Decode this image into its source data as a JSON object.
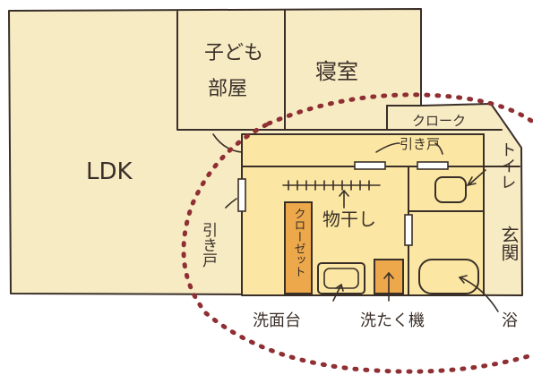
{
  "rooms": {
    "ldk": "LDK",
    "kids_room_line1": "子ども",
    "kids_room_line2": "部屋",
    "bedroom": "寝室",
    "closet_top": "クローク",
    "toilet": "トイレ",
    "entrance": "玄関",
    "closet_vertical": "クローゼット",
    "drying_area": "物干し"
  },
  "callouts": {
    "sliding_door_top": "引き戸",
    "sliding_door_left": "引き戸",
    "washbasin": "洗面台",
    "washing_machine": "洗たく機",
    "bath": "浴"
  },
  "colors": {
    "outer_fill": "#f7ebc4",
    "inner_fill": "#fbe7a3",
    "closet_fill": "#eca84a",
    "wall": "#3a2f28",
    "highlight_ring": "#8f2f33"
  }
}
